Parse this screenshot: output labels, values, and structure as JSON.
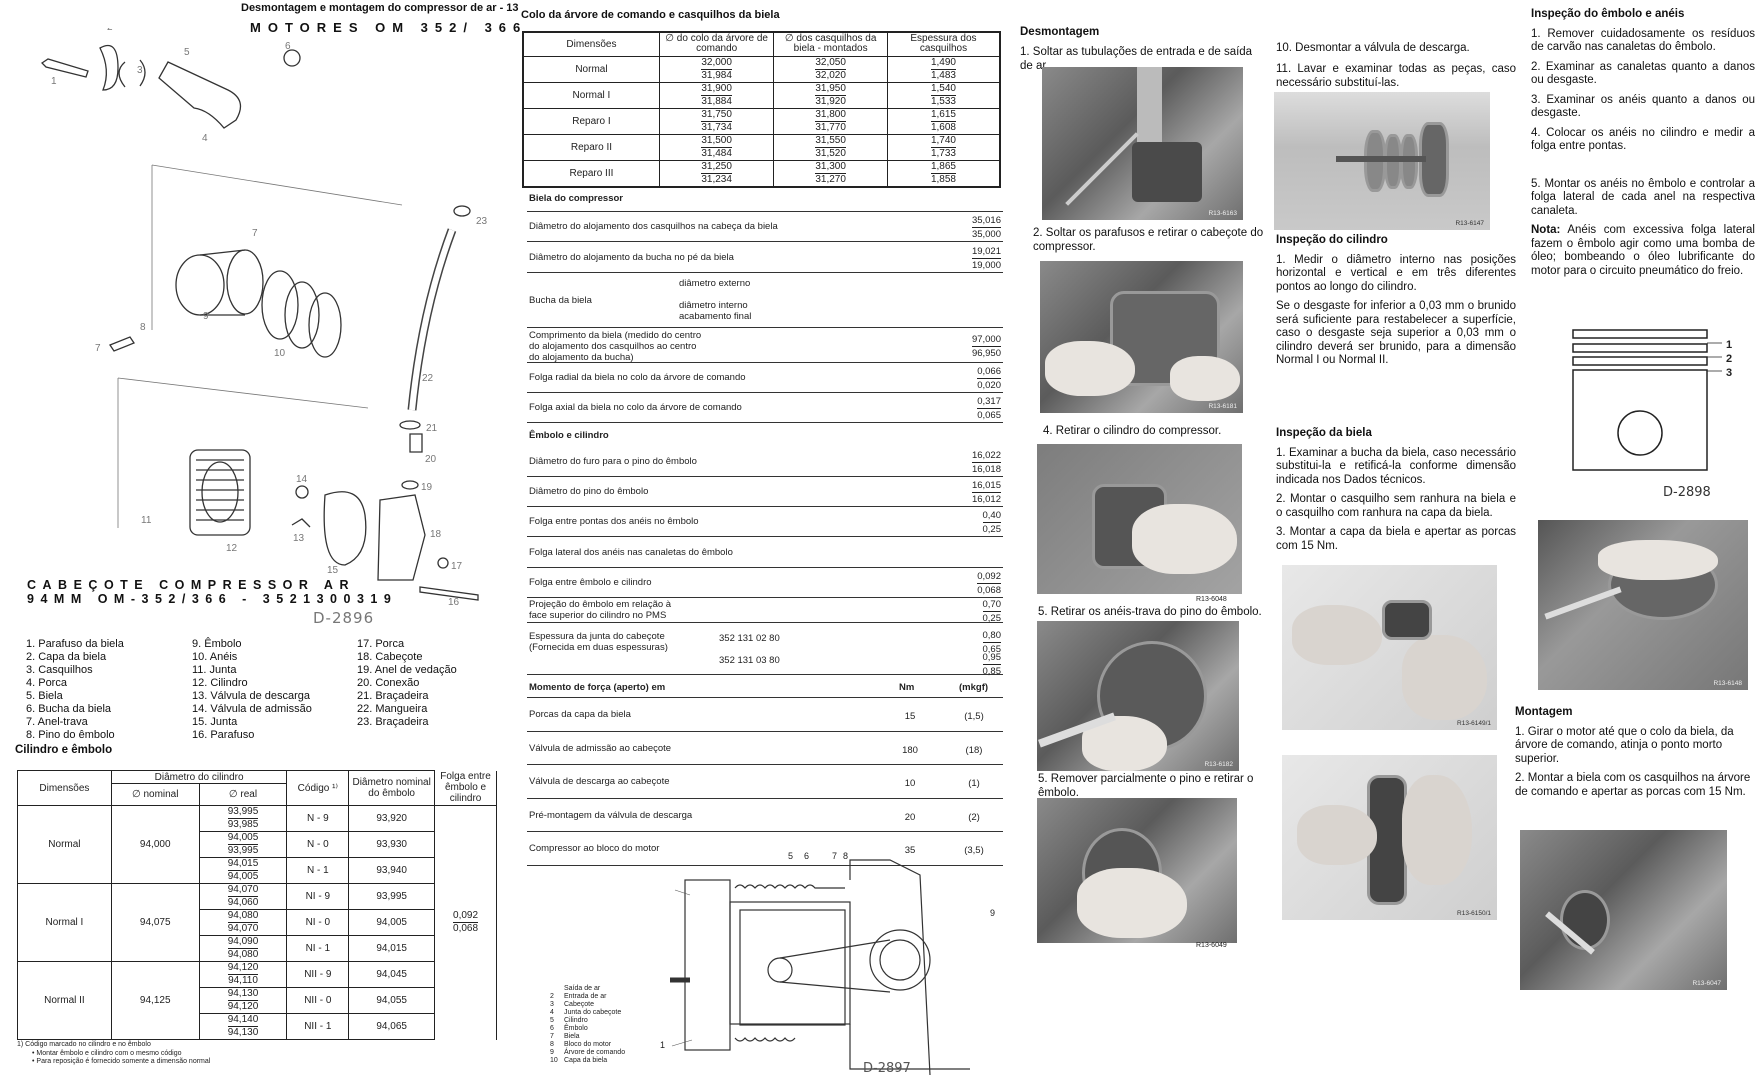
{
  "page_header": {
    "title": "Desmontagem e montagem do compressor de ar - 13",
    "engines": "MOTORES OM 352/ 366"
  },
  "exploded": {
    "callouts": [
      "1",
      "2",
      "3",
      "4",
      "5",
      "6",
      "7",
      "7",
      "8",
      "9",
      "10",
      "11",
      "12",
      "13",
      "14",
      "15",
      "16",
      "17",
      "18",
      "19",
      "20",
      "21",
      "22",
      "23"
    ],
    "caption_line1": "CABEÇOTE COMPRESSOR AR",
    "caption_line2": "94MM OM-352/366 - 3521300319",
    "drawing_code": "D-2896"
  },
  "parts_list": [
    [
      "1. Parafuso da biela",
      "2. Capa da biela",
      "3. Casquilhos",
      "4. Porca",
      "5. Biela",
      "6. Bucha da biela",
      "7. Anel-trava",
      "8. Pino do êmbolo"
    ],
    [
      "9. Êmbolo",
      "10. Anéis",
      "11. Junta",
      "12. Cilindro",
      "13. Válvula de descarga",
      "14. Válvula de admissão",
      "15. Junta",
      "16. Parafuso"
    ],
    [
      "17. Porca",
      "18. Cabeçote",
      "19. Anel de vedação",
      "20. Conexão",
      "21. Braçadeira",
      "22. Mangueira",
      "23. Braçadeira"
    ]
  ],
  "cyl_table": {
    "title": "Cilindro e êmbolo",
    "headers": {
      "dimensoes": "Dimensões",
      "diam_cil": "Diâmetro do cilindro",
      "nominal": "∅ nominal",
      "real": "∅ real",
      "codigo": "Código ¹⁾",
      "diam_emb": "Diâmetro nominal do êmbolo",
      "folga": "Folga entre êmbolo e cilindro"
    },
    "groups": [
      {
        "dim": "Normal",
        "nominal": "94,000",
        "rows": [
          [
            "93,995",
            "93,985",
            "N - 9",
            "93,920"
          ],
          [
            "94,005",
            "93,995",
            "N - 0",
            "93,930"
          ],
          [
            "94,015",
            "94,005",
            "N - 1",
            "93,940"
          ]
        ]
      },
      {
        "dim": "Normal I",
        "nominal": "94,075",
        "rows": [
          [
            "94,070",
            "94,060",
            "NI - 9",
            "93,995"
          ],
          [
            "94,080",
            "94,070",
            "NI - 0",
            "94,005"
          ],
          [
            "94,090",
            "94,080",
            "NI - 1",
            "94,015"
          ]
        ]
      },
      {
        "dim": "Normal II",
        "nominal": "94,125",
        "rows": [
          [
            "94,120",
            "94,110",
            "NII - 9",
            "94,045"
          ],
          [
            "94,130",
            "94,120",
            "NII - 0",
            "94,055"
          ],
          [
            "94,140",
            "94,130",
            "NII - 1",
            "94,065"
          ]
        ]
      }
    ],
    "folga_hi": "0,092",
    "folga_lo": "0,068",
    "footnotes": [
      "1) Código marcado no cilindro e no êmbolo",
      "• Montar êmbolo e cilindro com o mesmo código",
      "• Para reposição é fornecido somente a dimensão normal"
    ]
  },
  "cam_table": {
    "title": "Colo da árvore de comando e casquilhos da biela",
    "headers": [
      "Dimensões",
      "∅ do colo da árvore de comando",
      "∅ dos casquilhos da biela - montados",
      "Espessura dos casquilhos"
    ],
    "rows": [
      [
        "Normal",
        "32,000",
        "31,984",
        "32,050",
        "32,020",
        "1,490",
        "1,483"
      ],
      [
        "Normal I",
        "31,900",
        "31,884",
        "31,950",
        "31,920",
        "1,540",
        "1,533"
      ],
      [
        "Reparo I",
        "31,750",
        "31,734",
        "31,800",
        "31,770",
        "1,615",
        "1,608"
      ],
      [
        "Reparo II",
        "31,500",
        "31,484",
        "31,550",
        "31,520",
        "1,740",
        "1,733"
      ],
      [
        "Reparo III",
        "31,250",
        "31,234",
        "31,300",
        "31,270",
        "1,865",
        "1,858"
      ]
    ]
  },
  "specs": {
    "biela_heading": "Biela do compressor",
    "biela_rows": [
      {
        "label": "Diâmetro do alojamento dos casquilhos na cabeça da biela",
        "hi": "35,016",
        "lo": "35,000"
      },
      {
        "label": "Diâmetro do alojamento da bucha no pé da biela",
        "hi": "19,021",
        "lo": "19,000"
      },
      {
        "label": "Bucha da biela",
        "sub1": "diâmetro externo",
        "sub2": "diâmetro interno acabamento final"
      },
      {
        "label": "Comprimento da biela (medido do centro do alojamento dos casquilhos ao centro do alojamento da bucha)",
        "hi": "97,000",
        "lo": "96,950"
      },
      {
        "label": "Folga radial da biela no colo da árvore de comando",
        "hi": "0,066",
        "lo": "0,020"
      },
      {
        "label": "Folga axial da biela no colo da árvore de comando",
        "hi": "0,317",
        "lo": "0,065"
      }
    ],
    "embolo_heading": "Êmbolo e cilindro",
    "embolo_rows": [
      {
        "label": "Diâmetro do furo para o pino do êmbolo",
        "hi": "16,022",
        "lo": "16,018"
      },
      {
        "label": "Diâmetro do pino do êmbolo",
        "hi": "16,015",
        "lo": "16,012"
      },
      {
        "label": "Folga entre pontas dos anéis no êmbolo",
        "hi": "0,40",
        "lo": "0,25"
      },
      {
        "label": "Folga lateral dos anéis nas canaletas do êmbolo"
      },
      {
        "label": "Folga entre êmbolo e cilindro",
        "hi": "0,092",
        "lo": "0,068"
      },
      {
        "label": "Projeção do êmbolo em relação à face superior do cilindro no PMS",
        "hi": "0,70",
        "lo": "0,25"
      }
    ],
    "junta": {
      "label": "Espessura da junta do cabeçote (Fornecida em duas espessuras)",
      "p1": "352 131 02 80",
      "p1_hi": "0,80",
      "p1_lo": "0,65",
      "p2": "352 131 03 80",
      "p2_hi": "0,95",
      "p2_lo": "0,85"
    },
    "torque_heading": "Momento de força (aperto) em",
    "torque_nm": "Nm",
    "torque_mkgf": "(mkgf)",
    "torque_rows": [
      [
        "Porcas da capa da biela",
        "15",
        "(1,5)"
      ],
      [
        "Válvula de admissão ao cabeçote",
        "180",
        "(18)"
      ],
      [
        "Válvula de descarga ao cabeçote",
        "10",
        "(1)"
      ],
      [
        "Pré-montagem da válvula de descarga",
        "20",
        "(2)"
      ],
      [
        "Compressor ao bloco do motor",
        "35",
        "(3,5)"
      ]
    ]
  },
  "section_drawing": {
    "code": "D-2897",
    "callouts": [
      "5",
      "6",
      "7",
      "8",
      "9",
      "1"
    ],
    "legend": [
      [
        "",
        "Saída de ar"
      ],
      [
        "2",
        "Entrada de ar"
      ],
      [
        "3",
        "Cabeçote"
      ],
      [
        "4",
        "Junta do cabeçote"
      ],
      [
        "5",
        "Cilindro"
      ],
      [
        "6",
        "Êmbolo"
      ],
      [
        "7",
        "Biela"
      ],
      [
        "8",
        "Bloco do motor"
      ],
      [
        "9",
        "Árvore de comando"
      ],
      [
        "10",
        "Capa da biela"
      ]
    ]
  },
  "col3": {
    "heading": "Desmontagem",
    "step1": "1. Soltar as tubulações de entrada e de saída de ar.",
    "step2": "2. Soltar os parafusos e retirar o cabeçote do compressor.",
    "step4": "4.  Retirar o cilindro do compressor.",
    "step5": "5.  Retirar os anéis-trava do pino do êmbolo.",
    "step5b": "5. Remover parcialmente o pino e retirar o êmbolo.",
    "photo_codes": [
      "R13-6163",
      "R13-6181",
      "R13-6048",
      "R13-6182",
      "R13-6049"
    ]
  },
  "col4": {
    "step10": "10. Desmontar a válvula de descarga.",
    "step11": "11. Lavar e examinar todas as peças, caso necessário substituí-las.",
    "photo_code": "R13-6147",
    "cil_heading": "Inspeção do cilindro",
    "cil_p1": "1. Medir o diâmetro interno nas posições horizontal e vertical e em três diferentes pontos ao longo do cilindro.",
    "cil_p2": "Se o desgaste for inferior a 0,03 mm o brunido será suficiente para restabelecer a superfície, caso o desgaste seja superior a 0,03 mm o cilindro deverá ser brunido, para a dimensão Normal I ou Normal II.",
    "biela_heading": "Inspeção da biela",
    "biela_p1": "1. Examinar a bucha da biela, caso necessário substitui-la e retificá-la conforme dimensão indicada nos Dados técnicos.",
    "biela_p2": "2. Montar o casquilho sem ranhura na biela e o casquilho com ranhura na capa da biela.",
    "biela_p3": "3. Montar a capa da biela e apertar as porcas com 15 Nm.",
    "photo_codes": [
      "R13-6149/1",
      "R13-6150/1"
    ]
  },
  "col5": {
    "heading": "Inspeção do êmbolo e anéis",
    "p1": "1. Remover cuidadosamente os resíduos de carvão nas canaletas do êmbolo.",
    "p2": "2. Examinar as canaletas quanto a danos ou desgaste.",
    "p3": "3. Examinar os anéis quanto a danos ou desgaste.",
    "p4": "4. Colocar os anéis no cilindro e medir a folga entre pontas.",
    "p5": "5. Montar os anéis no êmbolo e controlar a folga lateral de cada anel na respectiva canaleta.",
    "note_label": "Nota:",
    "note": " Anéis com excessiva folga lateral fazem o êmbolo agir como uma bomba de óleo; bombeando o óleo lubrificante do motor para o circuito pneumático do freio.",
    "ring_labels": [
      "1",
      "2",
      "3"
    ],
    "ring_code": "D-2898",
    "photo_codes": [
      "R13-6148",
      "R13-6047"
    ],
    "mont_heading": "Montagem",
    "m1": "1. Girar o motor até que o colo da biela, da árvore de comando, atinja o ponto morto superior.",
    "m2": "2. Montar a biela com os casquilhos na árvore de comando e apertar as porcas com 15 Nm."
  }
}
